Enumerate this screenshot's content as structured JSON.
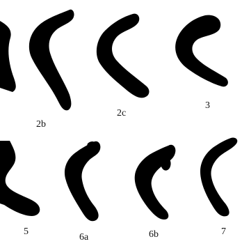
{
  "figure": {
    "background": "#ffffff",
    "shape_color": "#000000",
    "shapes": [
      {
        "id": "shape-1",
        "label": ""
      },
      {
        "id": "shape-2b",
        "label": "2b"
      },
      {
        "id": "shape-2c",
        "label": "2c"
      },
      {
        "id": "shape-3",
        "label": "3"
      },
      {
        "id": "shape-4",
        "label": ""
      },
      {
        "id": "shape-5",
        "label": "5"
      },
      {
        "id": "shape-6a",
        "label": "6a"
      },
      {
        "id": "shape-6b",
        "label": "6b"
      },
      {
        "id": "shape-7",
        "label": "7"
      }
    ]
  }
}
